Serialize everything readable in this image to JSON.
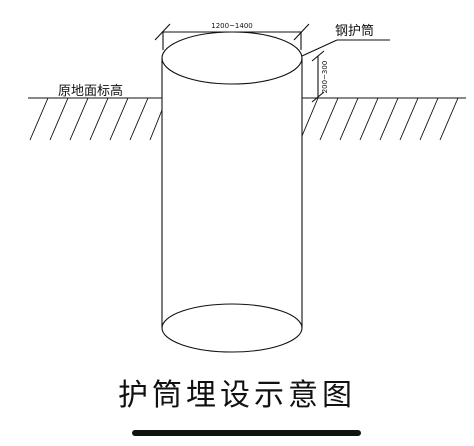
{
  "diagram": {
    "title": "护筒埋设示意图",
    "diameter_label": "1200~1400",
    "casing_label": "钢护筒",
    "ground_label": "原地面标高",
    "casing_height_label": "200~300"
  },
  "colors": {
    "line": "#111111",
    "background": "#ffffff"
  }
}
